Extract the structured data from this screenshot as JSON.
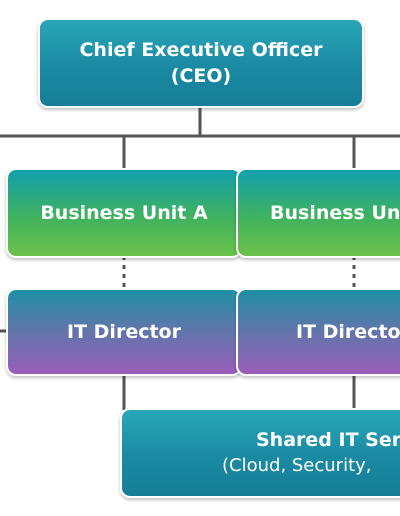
{
  "diagram": {
    "ceo": {
      "line1": "Chief Executive Officer",
      "line2": "(CEO)"
    },
    "business_units": [
      {
        "label": "Business Unit A"
      },
      {
        "label": "Business Un"
      }
    ],
    "it_directors": [
      {
        "label": "IT Director"
      },
      {
        "label": "IT Directo"
      }
    ],
    "shared_it": {
      "title": "Shared IT Ser",
      "subtitle": "(Cloud, Security,"
    },
    "colors": {
      "teal": "#1a8aa3",
      "green": "#6cc24a",
      "purple": "#9a5eb8",
      "connector": "#555555"
    }
  }
}
